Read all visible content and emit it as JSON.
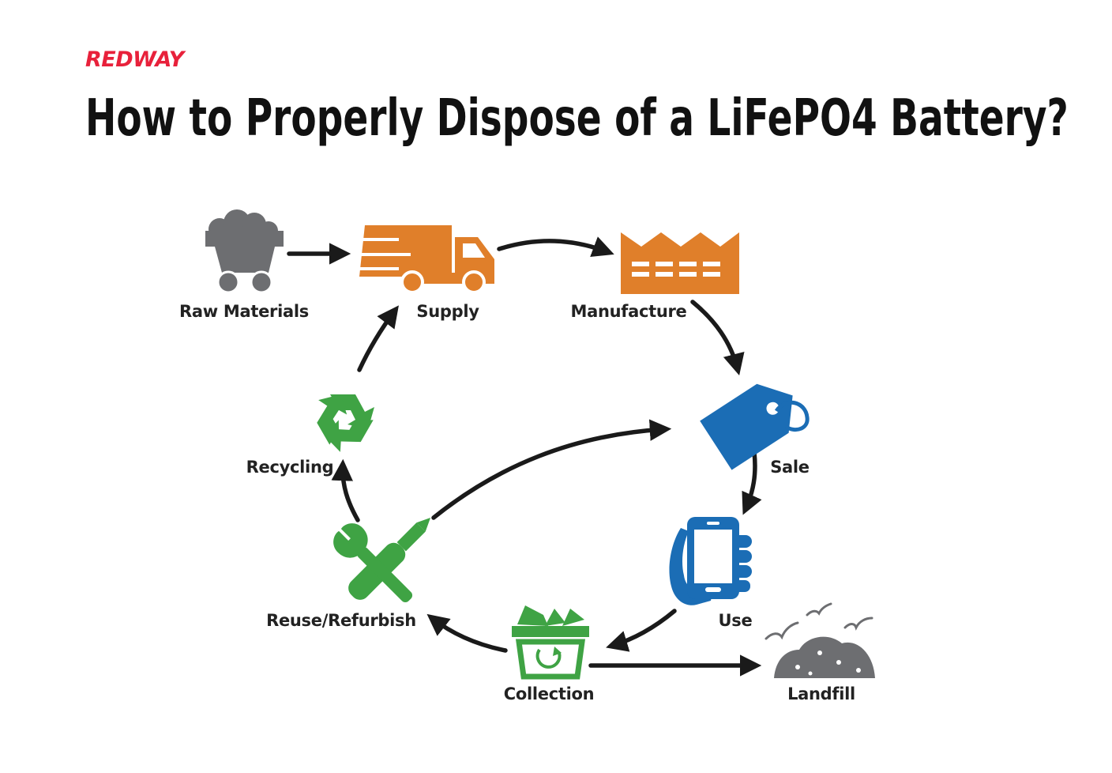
{
  "brand": {
    "logo_text": "REDWAY",
    "logo_color": "#e8213b"
  },
  "title": "How to Properly Dispose of a LiFePO4 Battery?",
  "colors": {
    "gray": "#6d6e71",
    "orange": "#e07f2a",
    "blue": "#1b6db5",
    "green": "#3fa344",
    "arrow": "#1a1a1a"
  },
  "stages": {
    "raw_materials": {
      "label": "Raw Materials",
      "icon": "mine-cart-icon"
    },
    "supply": {
      "label": "Supply",
      "icon": "delivery-truck-icon"
    },
    "manufacture": {
      "label": "Manufacture",
      "icon": "factory-icon"
    },
    "sale": {
      "label": "Sale",
      "icon": "price-tag-icon"
    },
    "use": {
      "label": "Use",
      "icon": "phone-in-hand-icon"
    },
    "collection": {
      "label": "Collection",
      "icon": "collection-bin-icon"
    },
    "landfill": {
      "label": "Landfill",
      "icon": "landfill-icon"
    },
    "reuse_refurbish": {
      "label": "Reuse/Refurbish",
      "icon": "wrench-screwdriver-icon"
    },
    "recycling": {
      "label": "Recycling",
      "icon": "recycle-icon"
    }
  },
  "flows": [
    {
      "from": "Raw Materials",
      "to": "Supply"
    },
    {
      "from": "Supply",
      "to": "Manufacture"
    },
    {
      "from": "Manufacture",
      "to": "Sale"
    },
    {
      "from": "Sale",
      "to": "Use"
    },
    {
      "from": "Use",
      "to": "Collection"
    },
    {
      "from": "Collection",
      "to": "Landfill"
    },
    {
      "from": "Collection",
      "to": "Reuse/Refurbish"
    },
    {
      "from": "Reuse/Refurbish",
      "to": "Recycling"
    },
    {
      "from": "Reuse/Refurbish",
      "to": "Sale"
    },
    {
      "from": "Recycling",
      "to": "Supply"
    }
  ]
}
